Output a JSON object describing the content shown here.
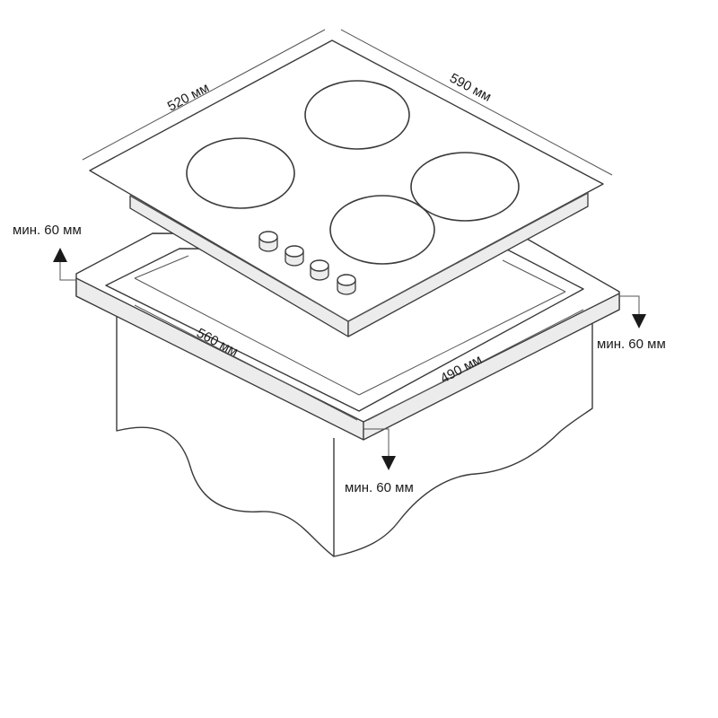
{
  "dimensions": {
    "hob_depth": "520 мм",
    "hob_width": "590 мм",
    "cutout_width": "560 мм",
    "cutout_depth": "490 мм"
  },
  "clearances": {
    "back": "мин. 60 мм",
    "side": "мин. 60 мм",
    "front": "мин. 60 мм"
  }
}
